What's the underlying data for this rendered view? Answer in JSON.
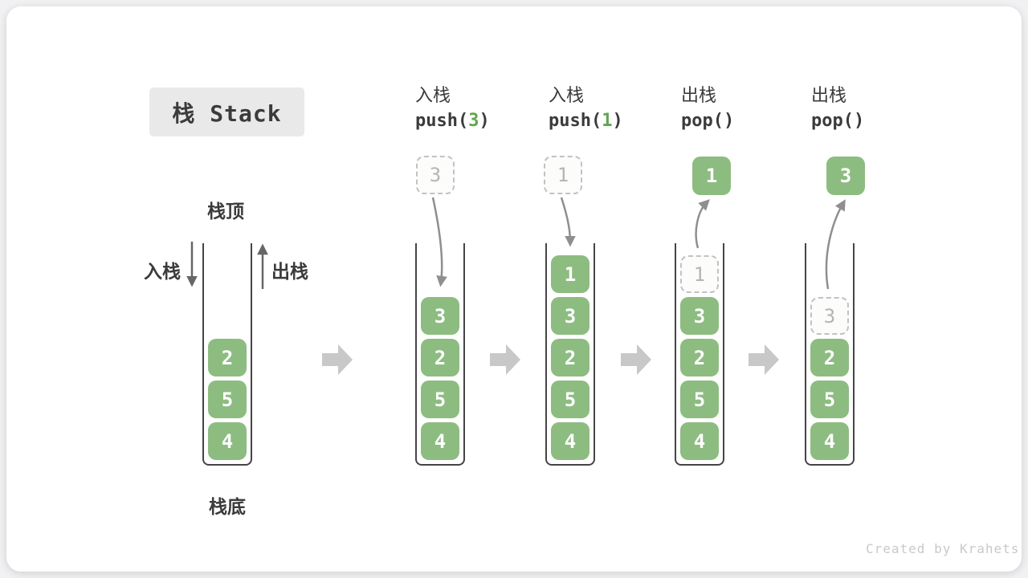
{
  "title": {
    "text": "栈 Stack"
  },
  "side_labels": {
    "stack_top": "栈顶",
    "stack_bottom": "栈底",
    "push": "入栈",
    "pop": "出栈"
  },
  "operations": [
    {
      "name": "入栈",
      "code": {
        "pre": "push(",
        "arg": "3",
        "post": ")"
      },
      "floating_box": {
        "value": "3",
        "style": "dashed"
      }
    },
    {
      "name": "入栈",
      "code": {
        "pre": "push(",
        "arg": "1",
        "post": ")"
      },
      "floating_box": {
        "value": "1",
        "style": "dashed"
      }
    },
    {
      "name": "出栈",
      "code": {
        "pre": "pop(",
        "arg": "",
        "post": ")"
      },
      "floating_box": {
        "value": "1",
        "style": "solid"
      }
    },
    {
      "name": "出栈",
      "code": {
        "pre": "pop(",
        "arg": "",
        "post": ")"
      },
      "floating_box": {
        "value": "3",
        "style": "solid"
      }
    }
  ],
  "stacks": [
    {
      "name": "stack-initial",
      "cells": [
        {
          "row": 2,
          "value": "2",
          "style": "solid"
        },
        {
          "row": 3,
          "value": "5",
          "style": "solid"
        },
        {
          "row": 4,
          "value": "4",
          "style": "solid"
        }
      ]
    },
    {
      "name": "stack-after-push-3",
      "cells": [
        {
          "row": 1,
          "value": "3",
          "style": "solid"
        },
        {
          "row": 2,
          "value": "2",
          "style": "solid"
        },
        {
          "row": 3,
          "value": "5",
          "style": "solid"
        },
        {
          "row": 4,
          "value": "4",
          "style": "solid"
        }
      ]
    },
    {
      "name": "stack-after-push-1",
      "cells": [
        {
          "row": 0,
          "value": "1",
          "style": "solid"
        },
        {
          "row": 1,
          "value": "3",
          "style": "solid"
        },
        {
          "row": 2,
          "value": "2",
          "style": "solid"
        },
        {
          "row": 3,
          "value": "5",
          "style": "solid"
        },
        {
          "row": 4,
          "value": "4",
          "style": "solid"
        }
      ]
    },
    {
      "name": "stack-after-pop-1",
      "cells": [
        {
          "row": 0,
          "value": "1",
          "style": "dashed"
        },
        {
          "row": 1,
          "value": "3",
          "style": "solid"
        },
        {
          "row": 2,
          "value": "2",
          "style": "solid"
        },
        {
          "row": 3,
          "value": "5",
          "style": "solid"
        },
        {
          "row": 4,
          "value": "4",
          "style": "solid"
        }
      ]
    },
    {
      "name": "stack-after-pop-3",
      "cells": [
        {
          "row": 1,
          "value": "3",
          "style": "dashed"
        },
        {
          "row": 2,
          "value": "2",
          "style": "solid"
        },
        {
          "row": 3,
          "value": "5",
          "style": "solid"
        },
        {
          "row": 4,
          "value": "4",
          "style": "solid"
        }
      ]
    }
  ],
  "watermark": "Created by Krahets",
  "colors": {
    "cell_green": "#8dbc81",
    "code_arg_green": "#5ea74f",
    "title_bg": "#e9e9e9",
    "text_dark": "#3b3b3b",
    "dashed_border": "#c2c2c2",
    "arrow_gray": "#8f8f8f",
    "block_arrow_gray": "#c8c8c8",
    "watermark_gray": "#c9c9c9"
  }
}
